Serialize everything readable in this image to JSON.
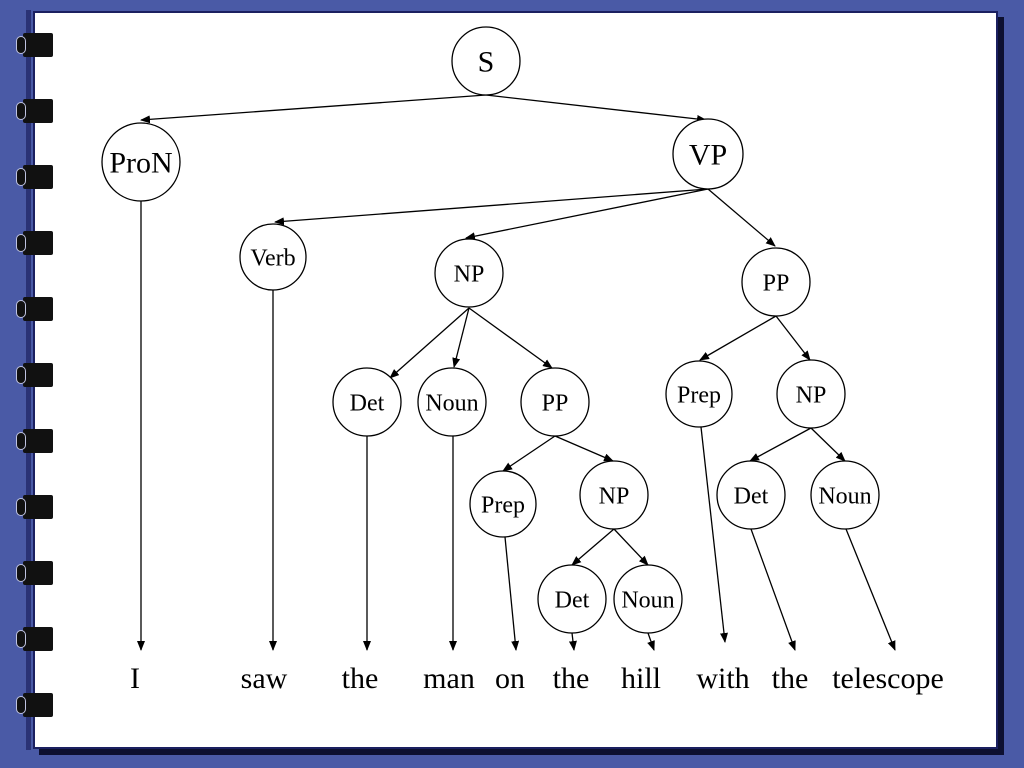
{
  "diagram": {
    "nodes": [
      {
        "id": "n-s",
        "label": "S",
        "parent": null
      },
      {
        "id": "n-pron",
        "label": "ProN",
        "parent": "n-s"
      },
      {
        "id": "n-vp",
        "label": "VP",
        "parent": "n-s"
      },
      {
        "id": "n-verb",
        "label": "Verb",
        "parent": "n-vp"
      },
      {
        "id": "n-np1",
        "label": "NP",
        "parent": "n-vp"
      },
      {
        "id": "n-pp1",
        "label": "PP",
        "parent": "n-vp"
      },
      {
        "id": "n-det1",
        "label": "Det",
        "parent": "n-np1"
      },
      {
        "id": "n-noun1",
        "label": "Noun",
        "parent": "n-np1"
      },
      {
        "id": "n-pp2",
        "label": "PP",
        "parent": "n-np1"
      },
      {
        "id": "n-prep2",
        "label": "Prep",
        "parent": "n-pp2"
      },
      {
        "id": "n-np3",
        "label": "NP",
        "parent": "n-pp2"
      },
      {
        "id": "n-det3",
        "label": "Det",
        "parent": "n-np3"
      },
      {
        "id": "n-noun3",
        "label": "Noun",
        "parent": "n-np3"
      },
      {
        "id": "n-prep1",
        "label": "Prep",
        "parent": "n-pp1"
      },
      {
        "id": "n-np2",
        "label": "NP",
        "parent": "n-pp1"
      },
      {
        "id": "n-det2",
        "label": "Det",
        "parent": "n-np2"
      },
      {
        "id": "n-noun2",
        "label": "Noun",
        "parent": "n-np2"
      }
    ],
    "words": [
      {
        "id": "w-i",
        "text": "I",
        "from": "n-pron"
      },
      {
        "id": "w-saw",
        "text": "saw",
        "from": "n-verb"
      },
      {
        "id": "w-the1",
        "text": "the",
        "from": "n-det1"
      },
      {
        "id": "w-man",
        "text": "man",
        "from": "n-noun1"
      },
      {
        "id": "w-on",
        "text": "on",
        "from": "n-prep2"
      },
      {
        "id": "w-the2",
        "text": "the",
        "from": "n-det3"
      },
      {
        "id": "w-hill",
        "text": "hill",
        "from": "n-noun3"
      },
      {
        "id": "w-with",
        "text": "with",
        "from": "n-prep1"
      },
      {
        "id": "w-the3",
        "text": "the",
        "from": "n-det2"
      },
      {
        "id": "w-telescope",
        "text": "telescope",
        "from": "n-noun2"
      }
    ]
  },
  "colors": {
    "background": "#4a5aa6",
    "page": "#ffffff",
    "ink": "#000000"
  }
}
